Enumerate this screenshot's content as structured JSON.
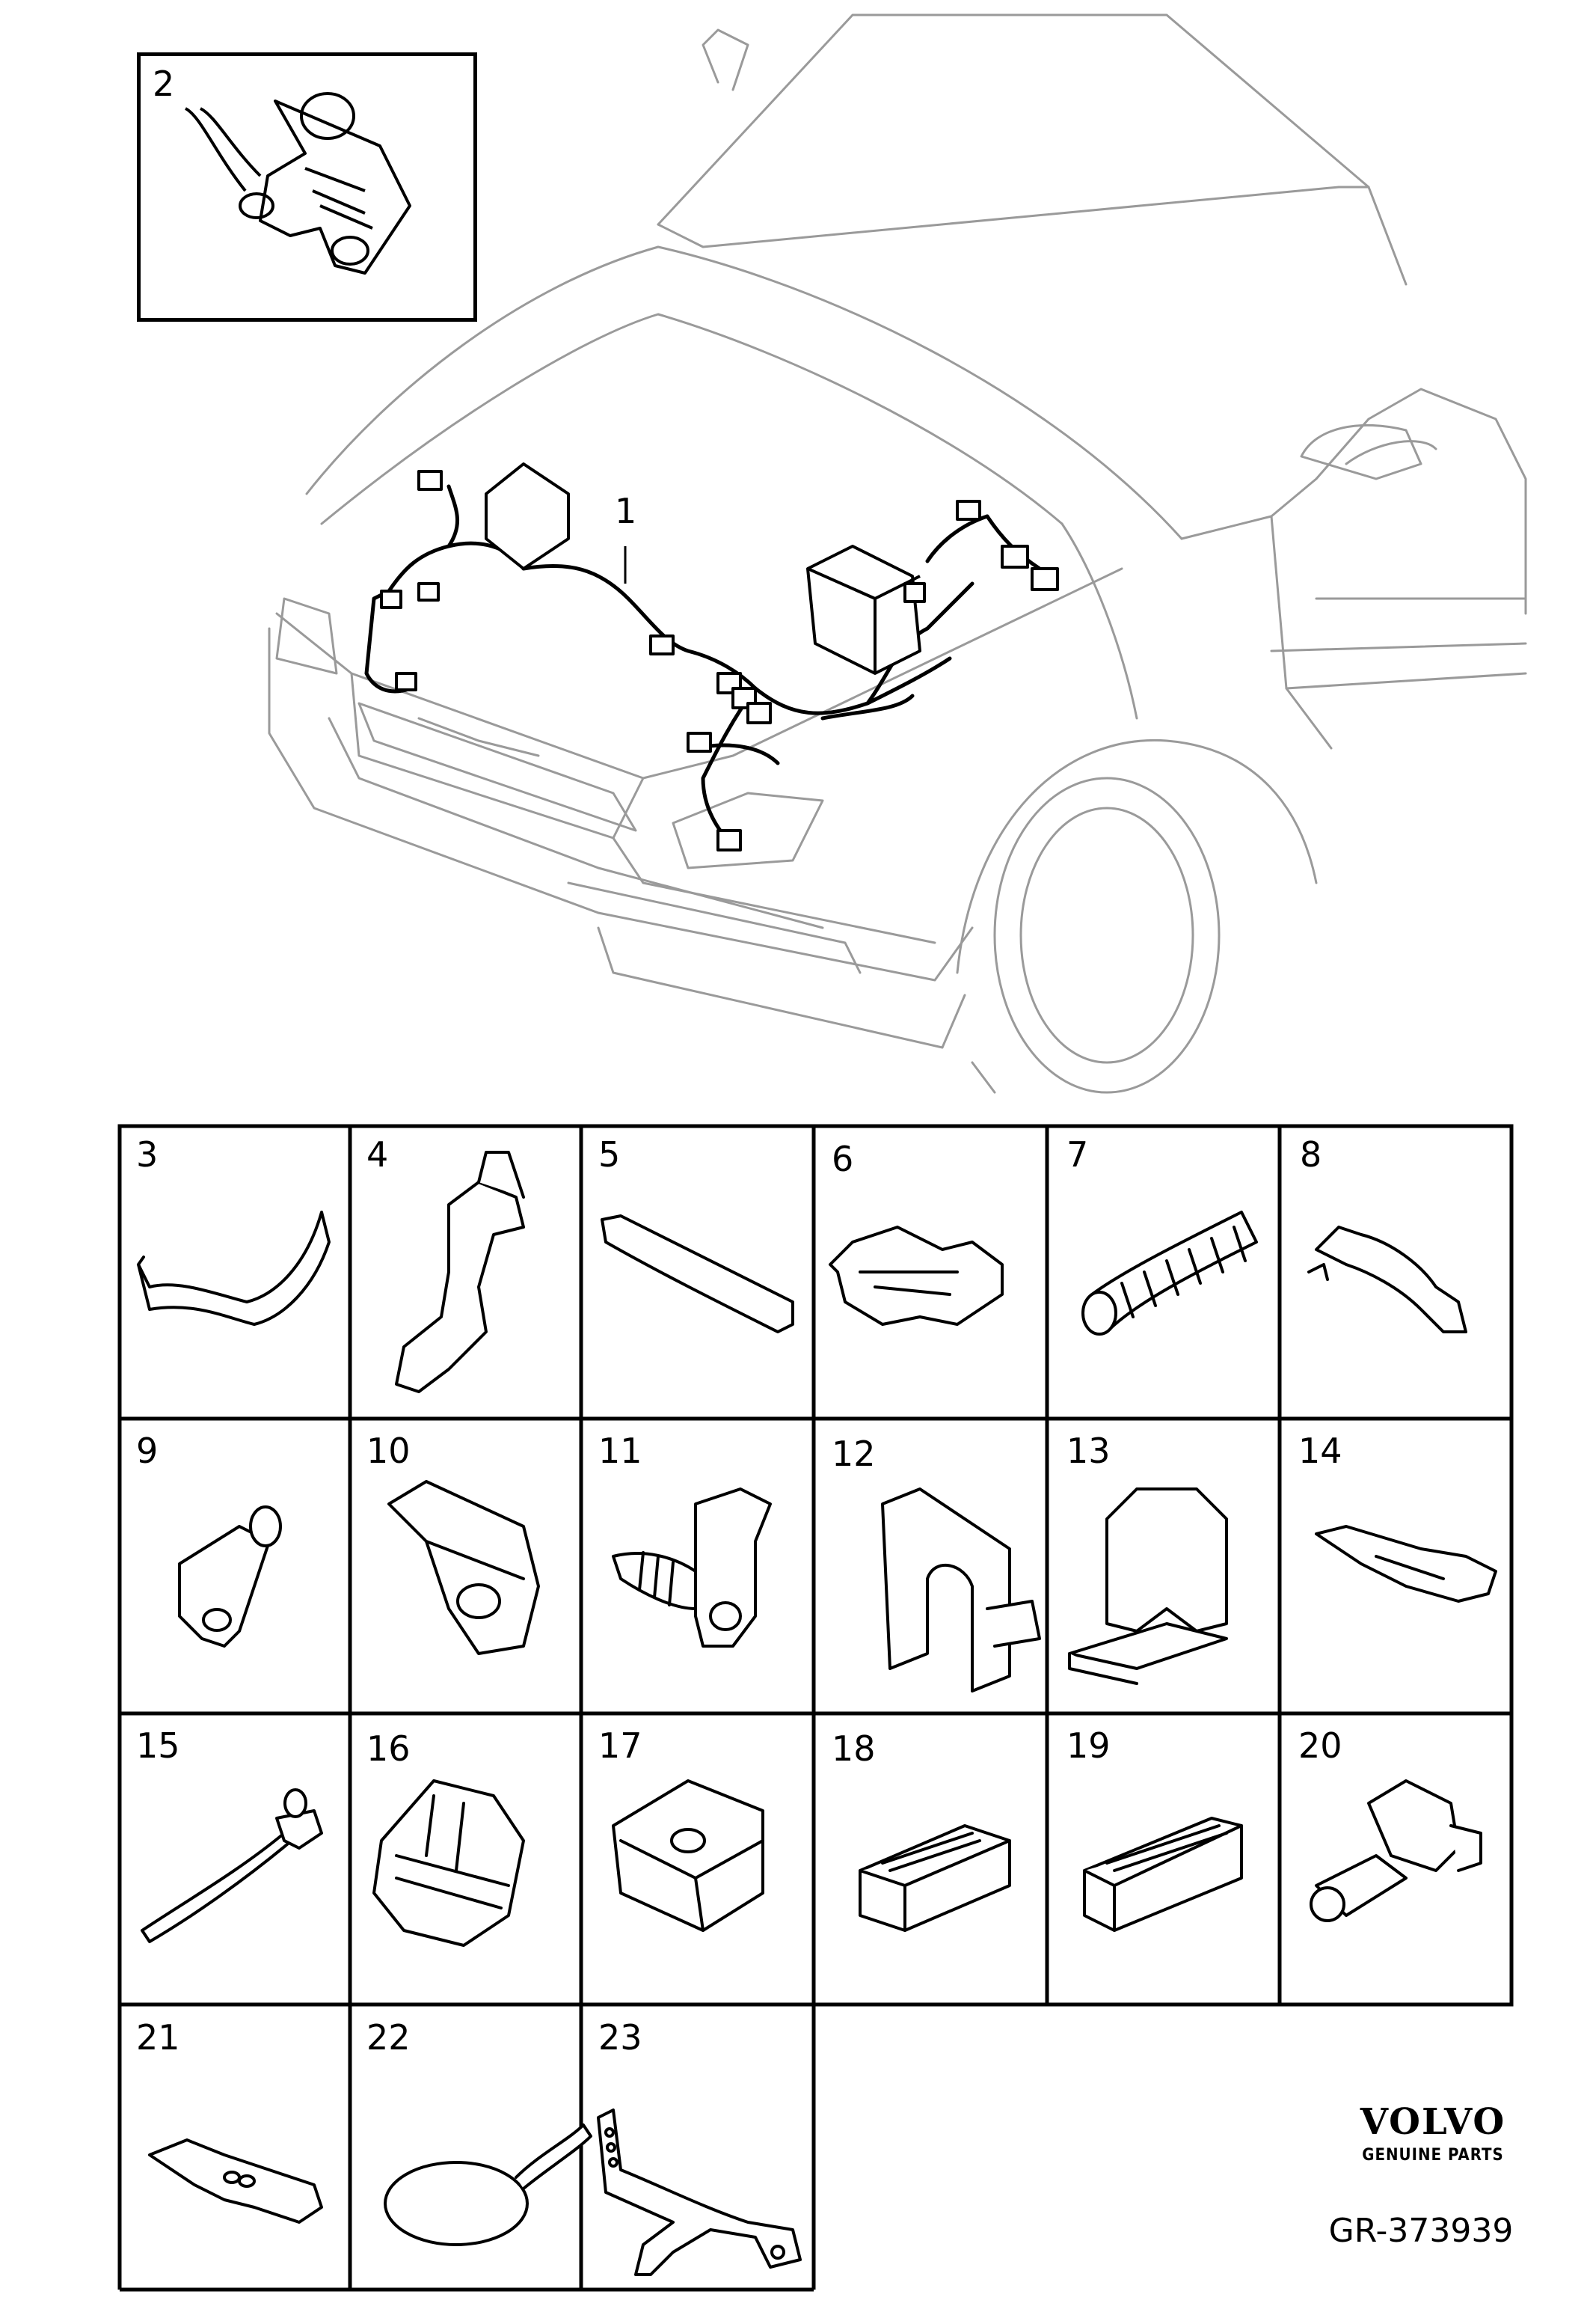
{
  "callouts": {
    "main_harness": "1",
    "inset": "2"
  },
  "parts": [
    {
      "num": "3"
    },
    {
      "num": "4"
    },
    {
      "num": "5"
    },
    {
      "num": "6"
    },
    {
      "num": "7"
    },
    {
      "num": "8"
    },
    {
      "num": "9"
    },
    {
      "num": "10"
    },
    {
      "num": "11"
    },
    {
      "num": "12"
    },
    {
      "num": "13"
    },
    {
      "num": "14"
    },
    {
      "num": "15"
    },
    {
      "num": "16"
    },
    {
      "num": "17"
    },
    {
      "num": "18"
    },
    {
      "num": "19"
    },
    {
      "num": "20"
    },
    {
      "num": "21"
    },
    {
      "num": "22"
    },
    {
      "num": "23"
    }
  ],
  "brand": {
    "name": "VOLVO",
    "tagline": "GENUINE PARTS",
    "drawing_number": "GR-373939"
  }
}
